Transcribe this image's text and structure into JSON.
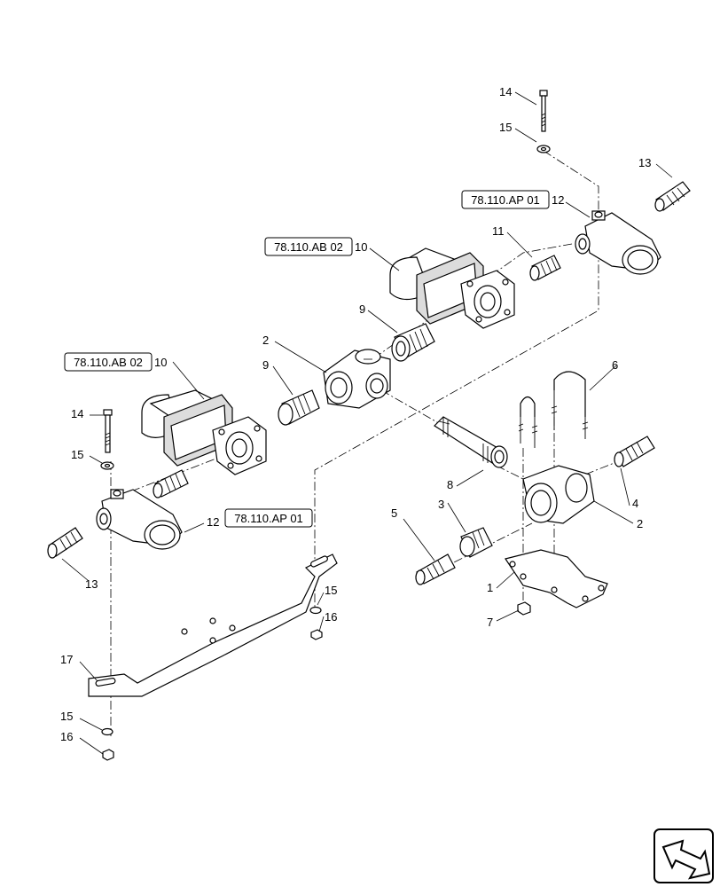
{
  "callouts": {
    "c1": "1",
    "c2a": "2",
    "c2b": "2",
    "c3": "3",
    "c4": "4",
    "c5": "5",
    "c6": "6",
    "c7": "7",
    "c8": "8",
    "c9a": "9",
    "c9b": "9",
    "c10a": "10",
    "c10b": "10",
    "c11": "11",
    "c12a": "12",
    "c12b": "12",
    "c13a": "13",
    "c13b": "13",
    "c14a": "14",
    "c14b": "14",
    "c15a": "15",
    "c15b": "15",
    "c15c": "15",
    "c15d": "15",
    "c16a": "16",
    "c16b": "16",
    "c17": "17"
  },
  "references": {
    "ref_ap_top": "78.110.AP 01",
    "ref_ab_top": "78.110.AB 02",
    "ref_ab_left": "78.110.AB 02",
    "ref_ap_bottom": "78.110.AP 01"
  },
  "nav_icon": "arrow-navigation-icon"
}
